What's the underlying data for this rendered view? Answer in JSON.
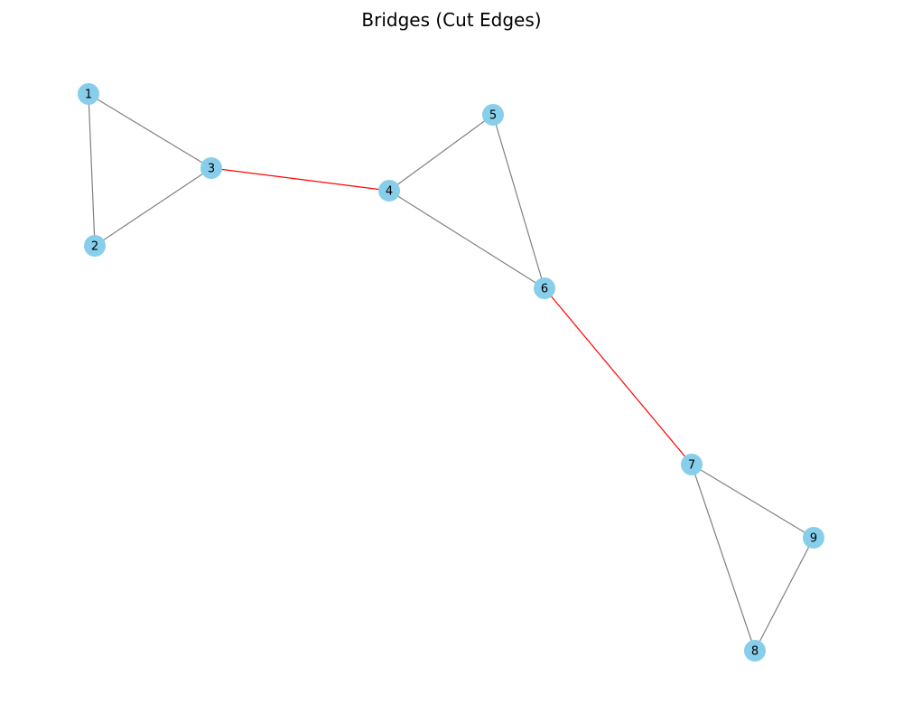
{
  "title": "Bridges (Cut Edges)",
  "style": {
    "node_color": "#87ceeb",
    "edge_color": "#808080",
    "bridge_color": "#ff0000"
  },
  "nodes": [
    {
      "id": "1",
      "label": "1"
    },
    {
      "id": "2",
      "label": "2"
    },
    {
      "id": "3",
      "label": "3"
    },
    {
      "id": "4",
      "label": "4"
    },
    {
      "id": "5",
      "label": "5"
    },
    {
      "id": "6",
      "label": "6"
    },
    {
      "id": "7",
      "label": "7"
    },
    {
      "id": "8",
      "label": "8"
    },
    {
      "id": "9",
      "label": "9"
    }
  ],
  "edges": [
    {
      "source": "1",
      "target": "2",
      "bridge": false
    },
    {
      "source": "1",
      "target": "3",
      "bridge": false
    },
    {
      "source": "2",
      "target": "3",
      "bridge": false
    },
    {
      "source": "3",
      "target": "4",
      "bridge": true
    },
    {
      "source": "4",
      "target": "5",
      "bridge": false
    },
    {
      "source": "4",
      "target": "6",
      "bridge": false
    },
    {
      "source": "5",
      "target": "6",
      "bridge": false
    },
    {
      "source": "6",
      "target": "7",
      "bridge": true
    },
    {
      "source": "7",
      "target": "8",
      "bridge": false
    },
    {
      "source": "7",
      "target": "9",
      "bridge": false
    },
    {
      "source": "8",
      "target": "9",
      "bridge": false
    }
  ]
}
